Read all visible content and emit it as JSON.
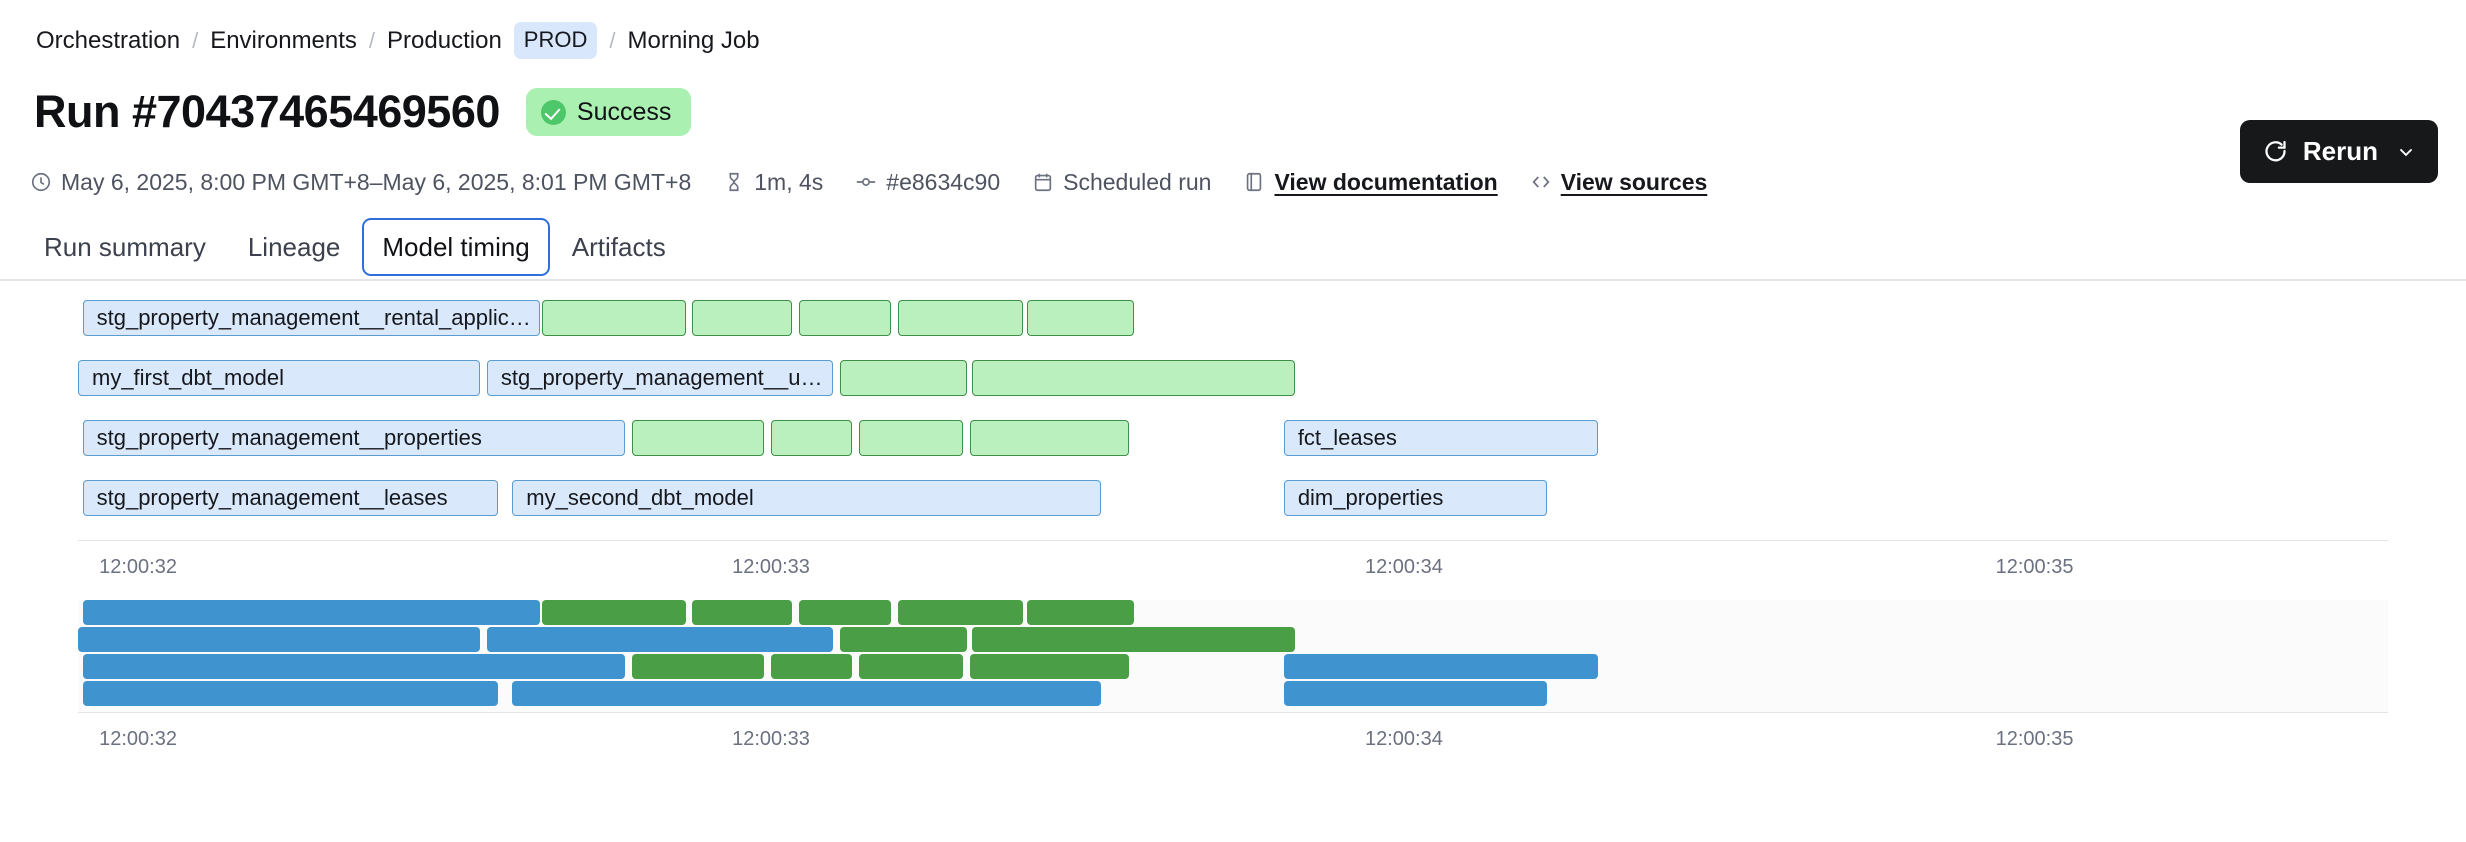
{
  "breadcrumb": {
    "items": [
      {
        "label": "Orchestration",
        "type": "link"
      },
      {
        "label": "Environments",
        "type": "link"
      },
      {
        "label": "Production",
        "type": "link"
      }
    ],
    "tag": "PROD",
    "current": "Morning Job",
    "separator": "/"
  },
  "header": {
    "title": "Run #70437465469560",
    "status": "Success",
    "status_color": "#aaf0b0",
    "status_icon": "check-circle-icon"
  },
  "meta": {
    "timestamp": "May 6, 2025, 8:00 PM GMT+8–May 6, 2025, 8:01 PM GMT+8",
    "duration": "1m, 4s",
    "commit": "#e8634c90",
    "trigger": "Scheduled run",
    "documentation_link": "View documentation",
    "sources_link": "View sources"
  },
  "actions": {
    "rerun_label": "Rerun"
  },
  "tabs": [
    {
      "label": "Run summary",
      "active": false
    },
    {
      "label": "Lineage",
      "active": false
    },
    {
      "label": "Model timing",
      "active": true
    },
    {
      "label": "Artifacts",
      "active": false
    }
  ],
  "chart_data": {
    "type": "bar",
    "title": "",
    "xlabel": "",
    "ylabel": "",
    "orientation": "horizontal",
    "axis_ticks": [
      "12:00:32",
      "12:00:33",
      "12:00:34",
      "12:00:35"
    ],
    "axis_tick_positions_pct": [
      2.6,
      30.0,
      57.4,
      84.7
    ],
    "colors": {
      "model_fill": "#d9e9fb",
      "model_stroke": "#5a9bd1",
      "test_fill": "#b9f0bd",
      "test_stroke": "#3f8f4a",
      "minimap_model": "#3f94cf",
      "minimap_test": "#4a9e45"
    },
    "rows": [
      {
        "row": 0,
        "bars": [
          {
            "label": "stg_property_management__rental_applications",
            "kind": "model",
            "start_pct": 0.2,
            "width_pct": 19.8
          },
          {
            "label": "",
            "kind": "test",
            "start_pct": 20.1,
            "width_pct": 6.2
          },
          {
            "label": "",
            "kind": "test",
            "start_pct": 26.6,
            "width_pct": 4.3
          },
          {
            "label": "",
            "kind": "test",
            "start_pct": 31.2,
            "width_pct": 4.0
          },
          {
            "label": "",
            "kind": "test",
            "start_pct": 35.5,
            "width_pct": 5.4
          },
          {
            "label": "",
            "kind": "test",
            "start_pct": 41.1,
            "width_pct": 4.6
          }
        ]
      },
      {
        "row": 1,
        "bars": [
          {
            "label": "my_first_dbt_model",
            "kind": "model",
            "start_pct": 0.0,
            "width_pct": 17.4
          },
          {
            "label": "stg_property_management__units",
            "kind": "model",
            "start_pct": 17.7,
            "width_pct": 15.0
          },
          {
            "label": "",
            "kind": "test",
            "start_pct": 33.0,
            "width_pct": 5.5
          },
          {
            "label": "",
            "kind": "test",
            "start_pct": 38.7,
            "width_pct": 14.0
          }
        ]
      },
      {
        "row": 2,
        "bars": [
          {
            "label": "stg_property_management__properties",
            "kind": "model",
            "start_pct": 0.2,
            "width_pct": 23.5
          },
          {
            "label": "",
            "kind": "test",
            "start_pct": 24.0,
            "width_pct": 5.7
          },
          {
            "label": "",
            "kind": "test",
            "start_pct": 30.0,
            "width_pct": 3.5
          },
          {
            "label": "",
            "kind": "test",
            "start_pct": 33.8,
            "width_pct": 4.5
          },
          {
            "label": "",
            "kind": "test",
            "start_pct": 38.6,
            "width_pct": 6.9
          },
          {
            "label": "fct_leases",
            "kind": "model",
            "start_pct": 52.2,
            "width_pct": 13.6
          }
        ]
      },
      {
        "row": 3,
        "bars": [
          {
            "label": "stg_property_management__leases",
            "kind": "model",
            "start_pct": 0.2,
            "width_pct": 18.0
          },
          {
            "label": "my_second_dbt_model",
            "kind": "model",
            "start_pct": 18.8,
            "width_pct": 25.5
          },
          {
            "label": "dim_properties",
            "kind": "model",
            "start_pct": 52.2,
            "width_pct": 11.4
          }
        ]
      }
    ],
    "minimap_rows": [
      {
        "row": 0,
        "bars": [
          {
            "kind": "model",
            "start_pct": 0.2,
            "width_pct": 19.8
          },
          {
            "kind": "test",
            "start_pct": 20.1,
            "width_pct": 6.2
          },
          {
            "kind": "test",
            "start_pct": 26.6,
            "width_pct": 4.3
          },
          {
            "kind": "test",
            "start_pct": 31.2,
            "width_pct": 4.0
          },
          {
            "kind": "test",
            "start_pct": 35.5,
            "width_pct": 5.4
          },
          {
            "kind": "test",
            "start_pct": 41.1,
            "width_pct": 4.6
          }
        ]
      },
      {
        "row": 1,
        "bars": [
          {
            "kind": "model",
            "start_pct": 0.0,
            "width_pct": 17.4
          },
          {
            "kind": "model",
            "start_pct": 17.7,
            "width_pct": 15.0
          },
          {
            "kind": "test",
            "start_pct": 33.0,
            "width_pct": 5.5
          },
          {
            "kind": "test",
            "start_pct": 38.7,
            "width_pct": 14.0
          }
        ]
      },
      {
        "row": 2,
        "bars": [
          {
            "kind": "model",
            "start_pct": 0.2,
            "width_pct": 23.5
          },
          {
            "kind": "test",
            "start_pct": 24.0,
            "width_pct": 5.7
          },
          {
            "kind": "test",
            "start_pct": 30.0,
            "width_pct": 3.5
          },
          {
            "kind": "test",
            "start_pct": 33.8,
            "width_pct": 4.5
          },
          {
            "kind": "test",
            "start_pct": 38.6,
            "width_pct": 6.9
          },
          {
            "kind": "model",
            "start_pct": 52.2,
            "width_pct": 13.6
          }
        ]
      },
      {
        "row": 3,
        "bars": [
          {
            "kind": "model",
            "start_pct": 0.2,
            "width_pct": 18.0
          },
          {
            "kind": "model",
            "start_pct": 18.8,
            "width_pct": 25.5
          },
          {
            "kind": "model",
            "start_pct": 52.2,
            "width_pct": 11.4
          }
        ]
      }
    ],
    "minimap_axis_ticks": [
      "12:00:32",
      "12:00:33",
      "12:00:34",
      "12:00:35"
    ]
  }
}
